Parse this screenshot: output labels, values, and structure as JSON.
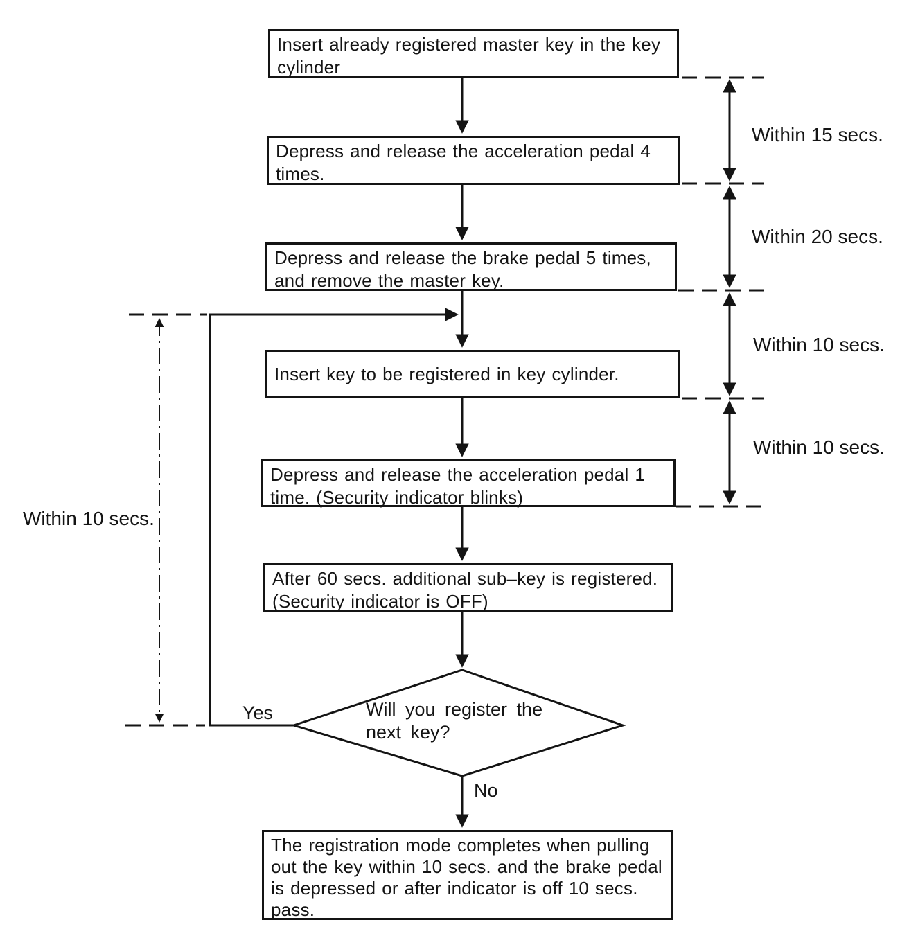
{
  "flowchart": {
    "steps": [
      {
        "id": "insert-master-key",
        "text": "Insert already registered master key in the key\ncylinder"
      },
      {
        "id": "accel-pedal-4-times",
        "text": "Depress and release the acceleration pedal 4\ntimes."
      },
      {
        "id": "brake-pedal-5-times",
        "text": "Depress and release the brake pedal 5 times,\nand remove the master key."
      },
      {
        "id": "insert-key-to-register",
        "text": "Insert key to be registered in key cylinder."
      },
      {
        "id": "accel-pedal-1-time",
        "text": "Depress and release the acceleration pedal 1\ntime. (Security indicator blinks)"
      },
      {
        "id": "sub-key-registered",
        "text": "After 60 secs. additional sub–key is registered.\n(Security indicator is OFF)"
      },
      {
        "id": "registration-complete",
        "text": "The registration mode completes when pulling\nout the key within 10 secs. and the brake pedal\nis depressed or after indicator is off 10 secs.\npass."
      }
    ],
    "decision": {
      "text": "Will you register the\nnext key?",
      "yes_label": "Yes",
      "no_label": "No"
    },
    "timing_annotations": {
      "right": [
        {
          "label": "Within 15 secs."
        },
        {
          "label": "Within 20 secs."
        },
        {
          "label": "Within 10 secs."
        },
        {
          "label": "Within 10 secs."
        }
      ],
      "left": {
        "label": "Within 10 secs."
      }
    },
    "colors": {
      "ink": "#141414",
      "background": "#ffffff"
    }
  }
}
